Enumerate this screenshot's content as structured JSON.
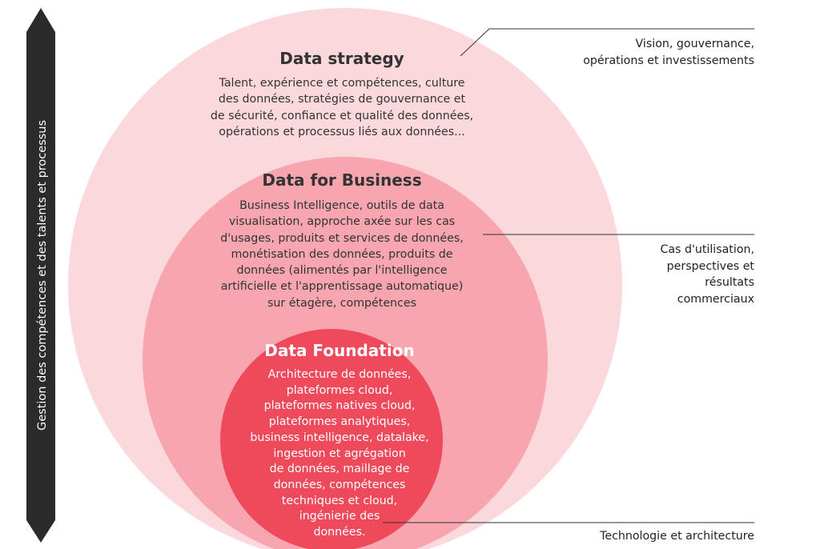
{
  "side_bar": {
    "label": "Gestion des compétences et des talents et processus",
    "color": "#2b2b2b"
  },
  "circles": {
    "outer": {
      "title": "Data strategy",
      "lines": [
        "Talent, expérience et compétences, culture",
        "des données, stratégies de gouvernance et",
        "de sécurité, confiance et qualité des données,",
        "opérations et processus liés aux données..."
      ],
      "color": "#fbd8dc"
    },
    "middle": {
      "title": "Data for Business",
      "lines": [
        "Business Intelligence, outils de data",
        "visualisation, approche axée sur les cas",
        "d'usages, produits et services de données,",
        "monétisation des données, produits de",
        "données (alimentés par l'intelligence",
        "artificielle et l'apprentissage automatique)",
        "sur étagère, compétences"
      ],
      "color": "#f7a5ae"
    },
    "inner": {
      "title": "Data Foundation",
      "lines": [
        "Architecture de données,",
        "plateformes cloud,",
        "plateformes natives cloud,",
        "plateformes analytiques,",
        "business intelligence, datalake,",
        "ingestion et agrégation",
        "de données, maillage de",
        "données, compétences",
        "techniques et cloud,",
        "ingénierie des",
        "données."
      ],
      "color": "#ef4a5c"
    }
  },
  "annotations": {
    "top": [
      "Vision, gouvernance,",
      "opérations et investissements"
    ],
    "middle": [
      "Cas d'utilisation,",
      "perspectives et",
      "résultats",
      "commerciaux"
    ],
    "bottom": [
      "Technologie et architecture"
    ]
  }
}
